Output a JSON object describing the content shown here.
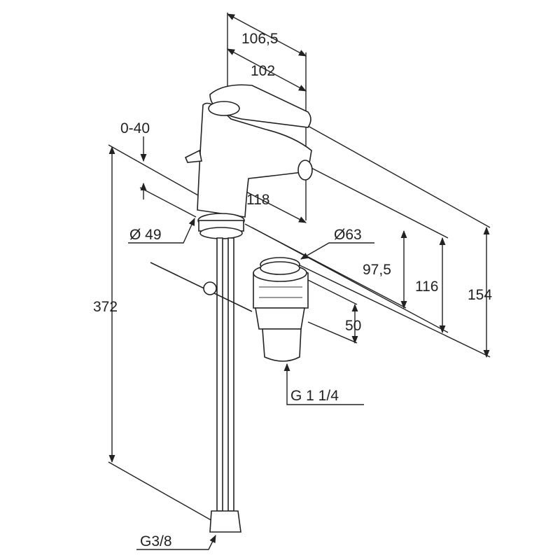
{
  "title": "Bidet mixer dimension drawing",
  "dimensions": {
    "d_106_5": "106,5",
    "d_102": "102",
    "d_0_40": "0-40",
    "d_118": "118",
    "dia_49": "Ø 49",
    "dia_63": "Ø63",
    "d_97_5": "97,5",
    "d_116": "116",
    "d_154": "154",
    "d_372": "372",
    "d_50": "50",
    "thread_waste": "G 1 1/4",
    "thread_supply": "G3/8"
  }
}
